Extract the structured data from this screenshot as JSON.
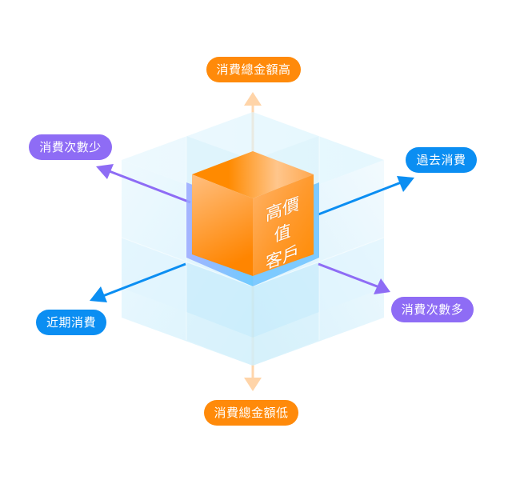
{
  "diagram": {
    "center": {
      "line1": "高價值",
      "line2": "客戶"
    },
    "axes": {
      "vertical": {
        "positive": "消費總金額高",
        "negative": "消費總金額低",
        "color": "#FF8A0A",
        "arrow_color": "#FFD4A8"
      },
      "frequency": {
        "positive": "消費次數多",
        "negative": "消費次數少",
        "color": "#8E6CF5"
      },
      "recency": {
        "positive": "近期消費",
        "negative": "過去消費",
        "color": "#0B8EF2"
      }
    },
    "colors": {
      "cube_orange": "#FF8A0A",
      "cube_orange_light": "#FFC88E",
      "glass_blue": "#CDEFFC",
      "halo_blue": "#6FB8FF"
    }
  }
}
